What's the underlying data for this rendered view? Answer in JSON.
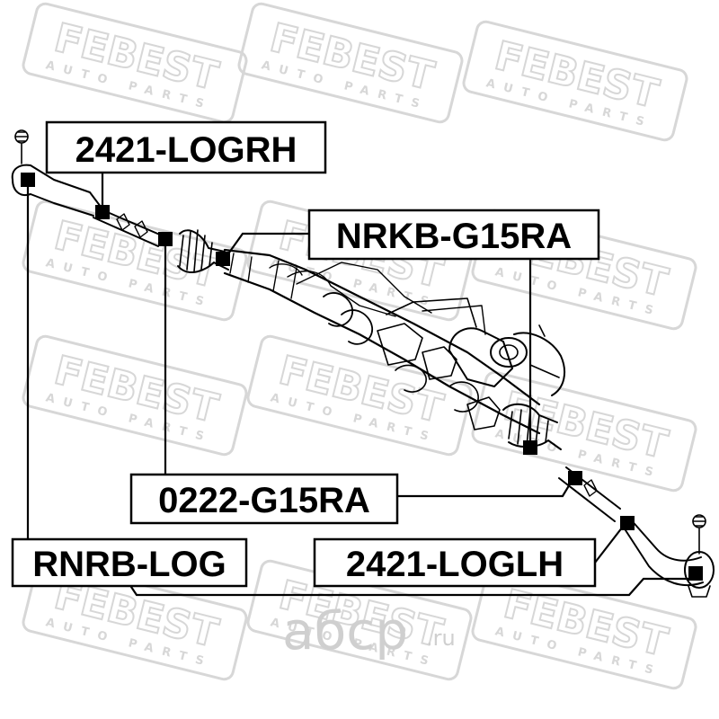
{
  "watermark": {
    "brand": "FEBEST",
    "tagline": "AUTO PARTS",
    "color": "#d7d7d7"
  },
  "labels": {
    "tie_rod_end_right": "2421-LOGRH",
    "steering_rack_boot": "NRKB-G15RA",
    "steering_rack_end": "0222-G15RA",
    "ball_joint_cap": "RNRB-LOG",
    "tie_rod_end_left": "2421-LOGLH"
  },
  "site_watermark": {
    "main": "абср",
    "suffix": ".ru",
    "color": "#cfcfcf"
  },
  "colors": {
    "line": "#000000",
    "marker": "#000000",
    "label_border": "#000000",
    "label_text": "#000000",
    "background": "#ffffff"
  }
}
